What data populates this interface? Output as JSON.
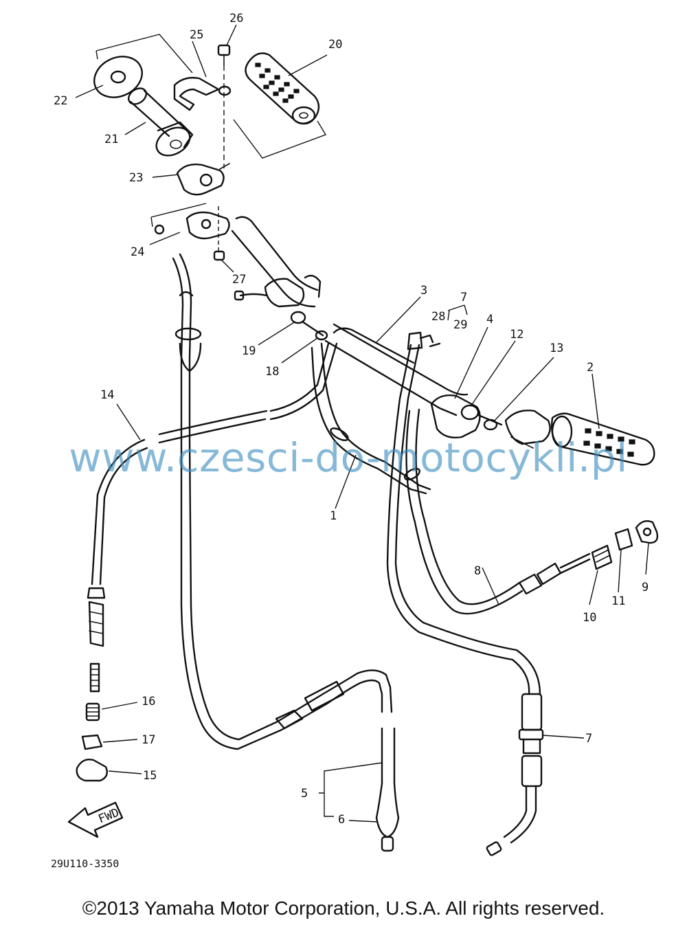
{
  "watermark": "www.czesci-do-motocykli.pl",
  "diagram_code": "29U110-3350",
  "copyright": "©2013 Yamaha Motor Corporation, U.S.A. All rights reserved.",
  "fwd_label": "FWD",
  "callouts": [
    "1",
    "2",
    "3",
    "4",
    "5",
    "6",
    "7",
    "7",
    "8",
    "9",
    "10",
    "11",
    "12",
    "13",
    "14",
    "15",
    "16",
    "17",
    "18",
    "19",
    "20",
    "21",
    "22",
    "23",
    "24",
    "25",
    "26",
    "27",
    "28",
    "29"
  ]
}
